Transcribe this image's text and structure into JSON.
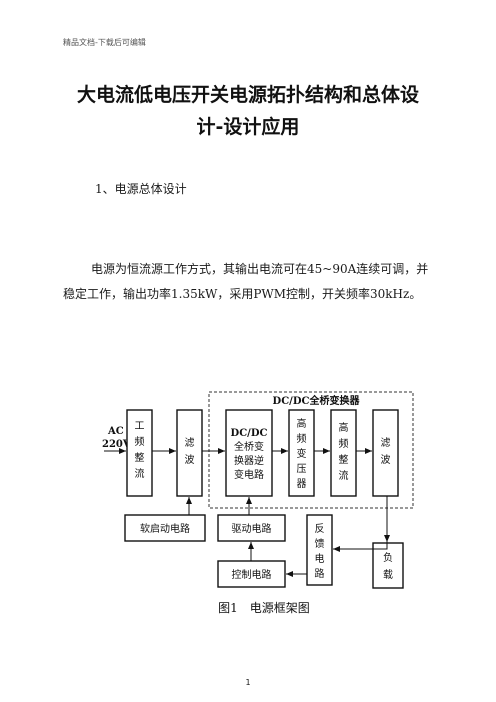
{
  "header_note": "精品文档-下载后可编辑",
  "title": {
    "line1": "大电流低电压开关电源拓扑结构和总体设",
    "line2": "计-设计应用"
  },
  "section_heading": "1、电源总体设计",
  "paragraph": "电源为恒流源工作方式，其输出电流可在45~90A连续可调，并稳定工作，输出功率1.35kW，采用PWM控制，开关频率30kHz。",
  "diagram": {
    "input_label_1": "AC",
    "input_label_2": "220V",
    "group_label": "DC/DC全桥变换器",
    "blocks": {
      "rectifier": [
        "工",
        "频",
        "整",
        "流"
      ],
      "filter1": [
        "滤",
        "波"
      ],
      "inverter": [
        "DC/DC",
        "全桥变",
        "换器逆",
        "变电路"
      ],
      "transformer": [
        "高",
        "频",
        "变",
        "压",
        "器"
      ],
      "hf_rectifier": [
        "高",
        "频",
        "整",
        "流"
      ],
      "filter2": [
        "滤",
        "波"
      ],
      "softstart": "软启动电路",
      "drive": "驱动电路",
      "feedback": [
        "反",
        "馈",
        "电",
        "路"
      ],
      "control": "控制电路",
      "load": [
        "负",
        "载"
      ]
    },
    "caption": "图1　电源框架图"
  },
  "page_number": "1"
}
